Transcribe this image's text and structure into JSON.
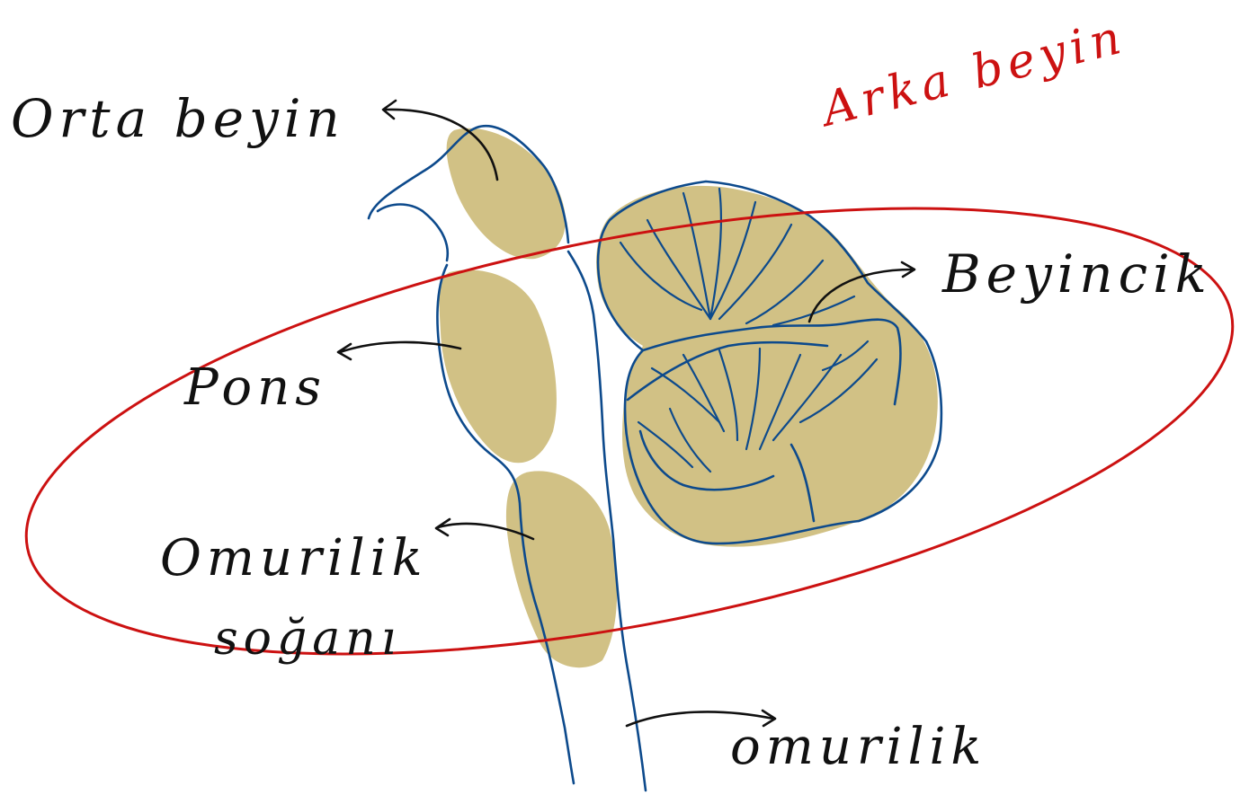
{
  "labels": {
    "orta_beyin": "Orta beyin",
    "pons": "Pons",
    "omurilik_sogani_line1": "Omurilik",
    "omurilik_sogani_line2": "soğanı",
    "beyincik": "Beyincik",
    "omurilik": "omurilik",
    "arka_beyin": "Arka beyin"
  },
  "colors": {
    "tissue": "#d1c185",
    "outline": "#0d4a8c",
    "annotation_red": "#cc1111",
    "ink": "#111111",
    "background": "#ffffff"
  }
}
